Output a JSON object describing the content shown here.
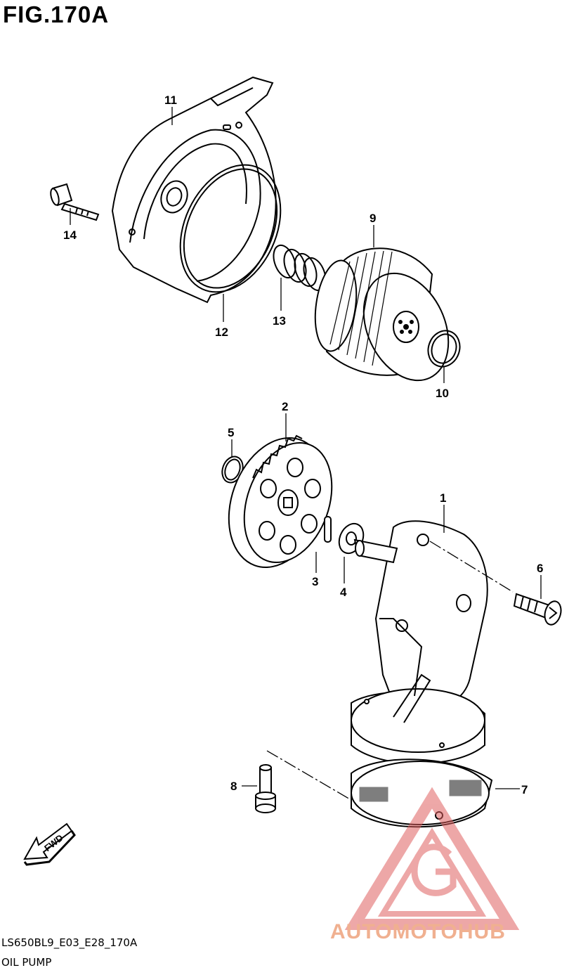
{
  "figure": {
    "title": "FIG.170A",
    "code": "LS650BL9_E03_E28_170A",
    "name": "OIL PUMP"
  },
  "parts": [
    {
      "num": "1"
    },
    {
      "num": "2"
    },
    {
      "num": "3"
    },
    {
      "num": "4"
    },
    {
      "num": "5"
    },
    {
      "num": "6"
    },
    {
      "num": "7"
    },
    {
      "num": "8"
    },
    {
      "num": "9"
    },
    {
      "num": "10"
    },
    {
      "num": "11"
    },
    {
      "num": "12"
    },
    {
      "num": "13"
    },
    {
      "num": "14"
    }
  ],
  "fwd_arrow": {
    "label": "FWD"
  },
  "watermark": {
    "brand": "AUTOMOTOHUB",
    "accent": "#f0b090",
    "accent_dark": "#e06060"
  }
}
